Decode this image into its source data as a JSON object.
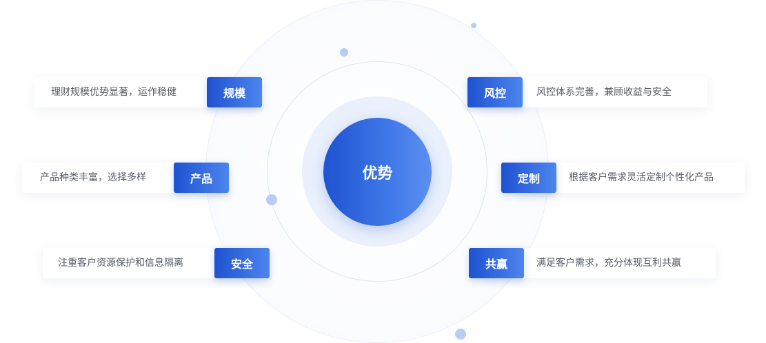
{
  "center": {
    "label": "优势"
  },
  "left_items": [
    {
      "tag": "规模",
      "desc": "理财规模优势显著，运作稳健"
    },
    {
      "tag": "产品",
      "desc": "产品种类丰富，选择多样"
    },
    {
      "tag": "安全",
      "desc": "注重客户资源保护和信息隔离"
    }
  ],
  "right_items": [
    {
      "tag": "风控",
      "desc": "风控体系完善，兼顾收益与安全"
    },
    {
      "tag": "定制",
      "desc": "根据客户需求灵活定制个性化产品"
    },
    {
      "tag": "共赢",
      "desc": "满足客户需求，充分体现互利共赢"
    }
  ],
  "colors": {
    "accent_start": "#1f52d0",
    "accent_end": "#4d85ee",
    "dot": "#b8cdf5",
    "text": "#555a66"
  }
}
